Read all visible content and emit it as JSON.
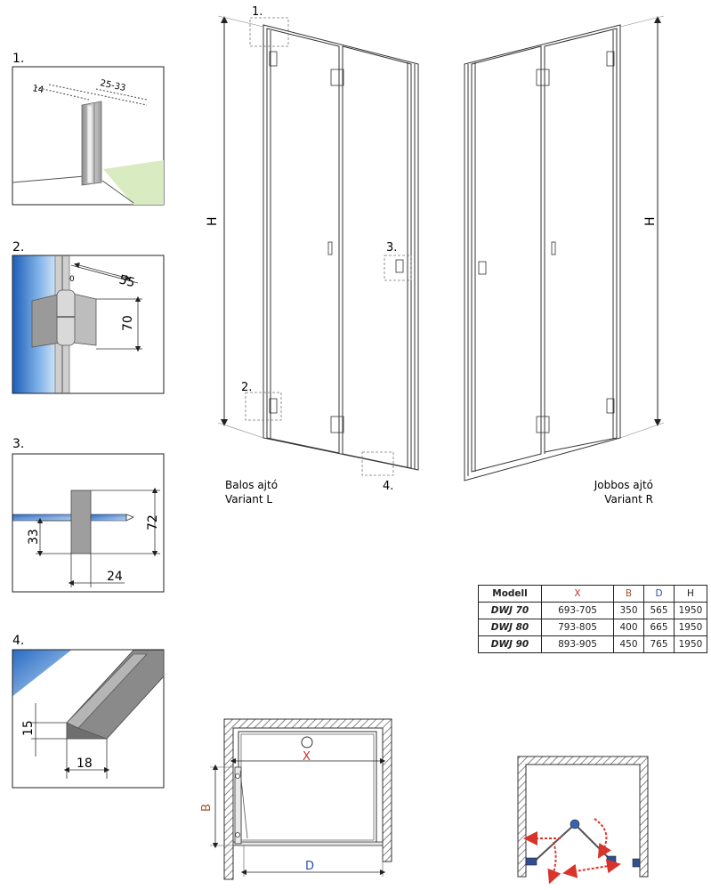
{
  "detail_labels": [
    "1.",
    "2.",
    "3.",
    "4."
  ],
  "detail1": {
    "dim_a": "14",
    "dim_b": "25-33"
  },
  "detail2": {
    "dim_a": "55",
    "dim_b": "70",
    "small": "0"
  },
  "detail3": {
    "dim_a": "72",
    "dim_b": "33",
    "dim_c": "24"
  },
  "detail4": {
    "dim_a": "15",
    "dim_b": "18"
  },
  "left_door": {
    "height_label": "H",
    "caption_1": "Balos ajtó",
    "caption_2": "Variant L",
    "callout_1": "1.",
    "callout_2": "2.",
    "callout_3": "3.",
    "callout_4": "4."
  },
  "right_door": {
    "height_label": "H",
    "caption_1": "Jobbos ajtó",
    "caption_2": "Variant R"
  },
  "plan": {
    "x_label": "X",
    "b_label": "B",
    "d_label": "D"
  },
  "table": {
    "headers": [
      "Modell",
      "X",
      "B",
      "D",
      "H"
    ],
    "rows": [
      [
        "DWJ 70",
        "693-705",
        "350",
        "565",
        "1950"
      ],
      [
        "DWJ 80",
        "793-805",
        "400",
        "665",
        "1950"
      ],
      [
        "DWJ 90",
        "893-905",
        "450",
        "765",
        "1950"
      ]
    ]
  },
  "colors": {
    "x": "#c8312e",
    "b": "#a0522d",
    "d": "#2a4fa8",
    "arrow": "#d9342b",
    "glass": "#4a90d9"
  }
}
